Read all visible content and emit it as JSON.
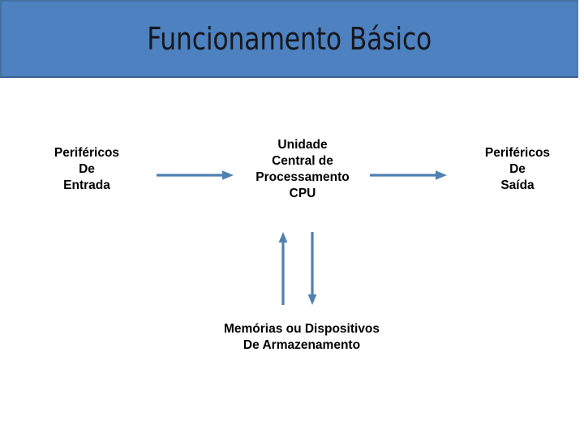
{
  "slide": {
    "title": "Funcionamento Básico",
    "background_color": "#ffffff",
    "banner_color": "#4d81bf",
    "banner_border_color": "#3f6a9e",
    "title_color": "#16181d",
    "accent_color": "#4f81b0"
  },
  "diagram": {
    "type": "block-flow-diagram",
    "nodes": [
      {
        "id": "input",
        "name": "peripherals-input",
        "lines": [
          "Periféricos",
          "De",
          "Entrada"
        ]
      },
      {
        "id": "cpu",
        "name": "central-processing-unit",
        "lines": [
          "Unidade",
          "Central de",
          "Processamento",
          "CPU"
        ]
      },
      {
        "id": "output",
        "name": "peripherals-output",
        "lines": [
          "Periféricos",
          "De",
          "Saída"
        ]
      },
      {
        "id": "storage",
        "name": "memory-storage-devices",
        "lines": [
          "Memórias ou Dispositivos",
          "De Armazenamento"
        ]
      }
    ],
    "connectors": [
      {
        "id": "input-to-cpu",
        "from": "input",
        "to": "cpu",
        "direction": "right",
        "color": "#4f81b0"
      },
      {
        "id": "cpu-to-output",
        "from": "cpu",
        "to": "output",
        "direction": "right",
        "color": "#4f81b0"
      },
      {
        "id": "storage-to-cpu",
        "from": "storage",
        "to": "cpu",
        "direction": "up",
        "color": "#4f81b0"
      },
      {
        "id": "cpu-to-storage",
        "from": "cpu",
        "to": "storage",
        "direction": "down",
        "color": "#4f81b0"
      }
    ]
  }
}
